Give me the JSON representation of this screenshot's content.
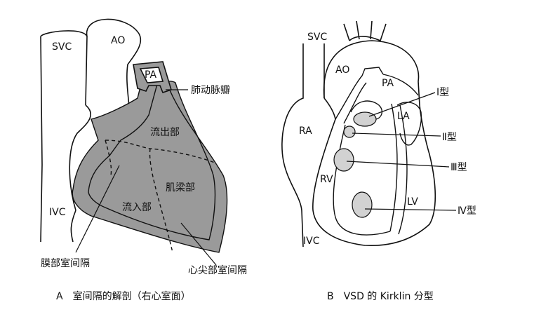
{
  "panel_a": {
    "labels": {
      "svc": "SVC",
      "ao": "AO",
      "pa": "PA",
      "ivc": "IVC",
      "pulmonary_valve": "肺动脉瓣",
      "outflow": "流出部",
      "trabecular": "肌梁部",
      "inflow": "流入部",
      "membranous_septum": "膜部室间隔",
      "apical_septum": "心尖部室间隔"
    },
    "caption": "A　室间隔的解剖（右心室面）"
  },
  "panel_b": {
    "labels": {
      "svc": "SVC",
      "ao": "AO",
      "pa": "PA",
      "la": "LA",
      "ra": "RA",
      "rv": "RV",
      "lv": "LV",
      "ivc": "IVC"
    },
    "types": {
      "t1": "Ⅰ型",
      "t2": "Ⅱ型",
      "t3": "Ⅲ型",
      "t4": "Ⅳ型"
    },
    "caption": "B　VSD 的 Kirklin 分型"
  },
  "colors": {
    "ink": "#111111",
    "wall_gray": "#9a9a9a",
    "defect_gray": "#d2d2d2"
  }
}
